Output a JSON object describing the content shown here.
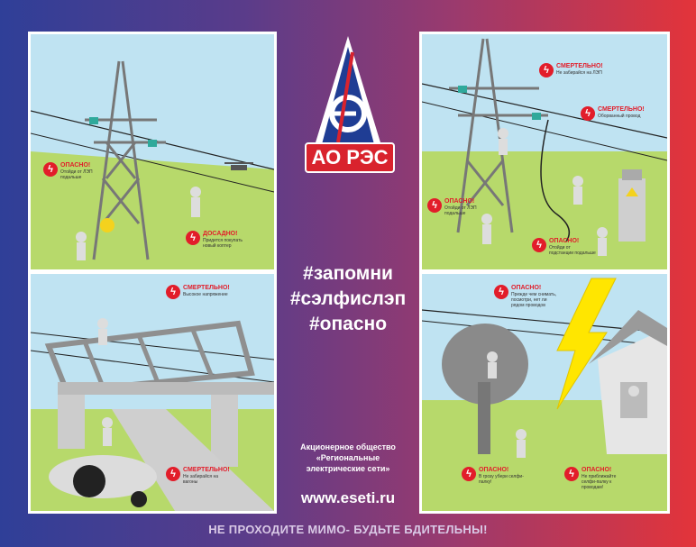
{
  "logo": {
    "text": "АО РЭС"
  },
  "hashtags": [
    "#запомни",
    "#сэлфислэп",
    "#опасно"
  ],
  "org_name": [
    "Акционерное общество",
    "«Региональные",
    "электрические сети»"
  ],
  "website": "www.eseti.ru",
  "footer": "НЕ ПРОХОДИТЕ МИМО- БУДЬТЕ БДИТЕЛЬНЫ!",
  "warnings": {
    "p1_a": {
      "title": "ОПАСНО!",
      "sub": "Отойди от ЛЭП подальше"
    },
    "p1_b": {
      "title": "ДОСАДНО!",
      "sub": "Придется покупать новый коптер"
    },
    "p2_a": {
      "title": "СМЕРТЕЛЬНО!",
      "sub": "Высокое напряжение"
    },
    "p2_b": {
      "title": "СМЕРТЕЛЬНО!",
      "sub": "Не забирайся на вагоны"
    },
    "p3_a": {
      "title": "СМЕРТЕЛЬНО!",
      "sub": "Не забирайся на ЛЭП"
    },
    "p3_b": {
      "title": "СМЕРТЕЛЬНО!",
      "sub": "Оборванный провод"
    },
    "p3_c": {
      "title": "ОПАСНО!",
      "sub": "Отойди от ЛЭП подальше"
    },
    "p3_d": {
      "title": "ОПАСНО!",
      "sub": "Отойди от подстанции подальше"
    },
    "p4_a": {
      "title": "ОПАСНО!",
      "sub": "Прежде чем снимать, посмотри, нет ли рядом проводов"
    },
    "p4_b": {
      "title": "ОПАСНО!",
      "sub": "В грозу убери селфи-палку!"
    },
    "p4_c": {
      "title": "ОПАСНО!",
      "sub": "Не приближайте селфи-палку к проводам!"
    }
  },
  "icons": {
    "warning": "lightning-bolt-icon"
  },
  "colors": {
    "accent_red": "#e21d2a",
    "sky": "#bfe3f2",
    "grass": "#b7d96b",
    "structure": "#8f8f8f"
  }
}
